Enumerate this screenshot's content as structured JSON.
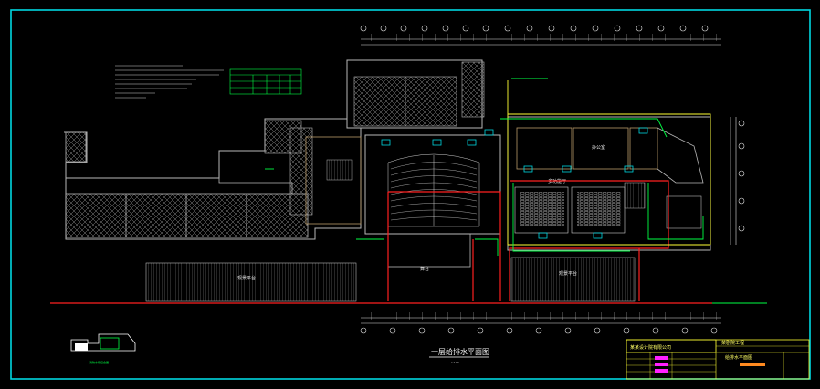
{
  "drawing": {
    "title": "一层给排水平面图",
    "scale": "1:100",
    "room_labels": {
      "hall": "多功能厅",
      "office": "办公室",
      "stage": "舞台",
      "terrace_left": "观景平台",
      "terrace_right": "观景平台"
    },
    "detail_label": "消防水泵接合器",
    "title_block": {
      "company": "某某设计院有限公司",
      "project": "某剧院工程",
      "drawing_name": "给排水平面图"
    }
  },
  "colors": {
    "background": "#000000",
    "frame": "#00d8e0",
    "wall": "#b8b8b8",
    "hatch": "#9a9a9a",
    "pipe_red": "#ff2020",
    "pipe_yellow": "#ffff33",
    "pipe_green": "#00ff44",
    "dimension": "#e0e0e0",
    "brown": "#b89a6a"
  }
}
